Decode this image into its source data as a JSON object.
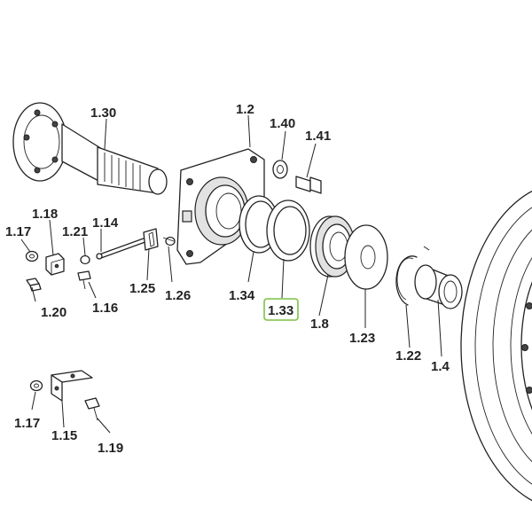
{
  "highlight_color": "#7cc142",
  "highlighted_label": "1.33",
  "labels": {
    "l130": "1.30",
    "l12": "1.2",
    "l140": "1.40",
    "l141": "1.41",
    "l118": "1.18",
    "l117a": "1.17",
    "l121": "1.21",
    "l114": "1.14",
    "l120": "1.20",
    "l116": "1.16",
    "l125": "1.25",
    "l126": "1.26",
    "l134": "1.34",
    "l133": "1.33",
    "l18": "1.8",
    "l123": "1.23",
    "l122": "1.22",
    "l14": "1.4",
    "l117b": "1.17",
    "l115": "1.15",
    "l119": "1.19"
  }
}
